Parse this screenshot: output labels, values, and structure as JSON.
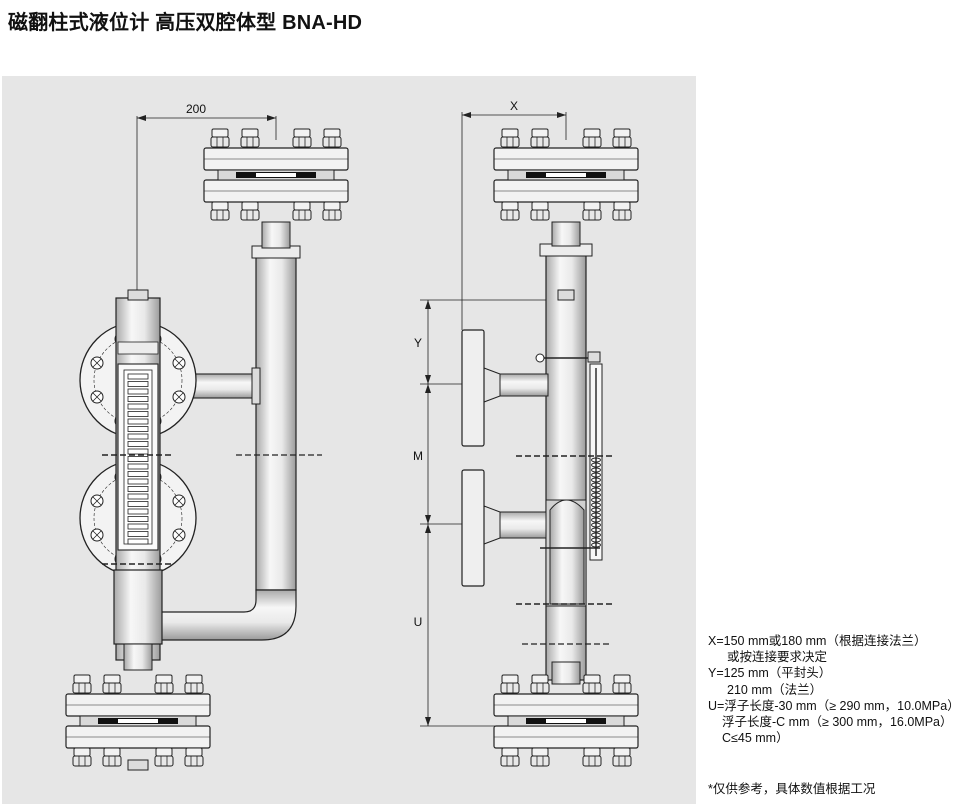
{
  "title": "磁翻柱式液位计 高压双腔体型 BNA-HD",
  "dimensions": {
    "width_200": "200",
    "x": "X",
    "y": "Y",
    "m": "M",
    "u": "U"
  },
  "specs": [
    "X=150 mm或180 mm（根据连接法兰）",
    "或按连接要求决定",
    "Y=125 mm（平封头）",
    "210 mm（法兰）",
    "U=浮子长度-30 mm（≥ 290 mm，10.0MPa）",
    "浮子长度-C mm（≥ 300 mm，16.0MPa）",
    "C≤45 mm）"
  ],
  "footnote": "*仅供参考，具体数值根据工况",
  "colors": {
    "panel": "#e6e6e6",
    "metal": "#f4f4f4",
    "metal_dark": "#bfbfbf",
    "line": "#222222"
  }
}
